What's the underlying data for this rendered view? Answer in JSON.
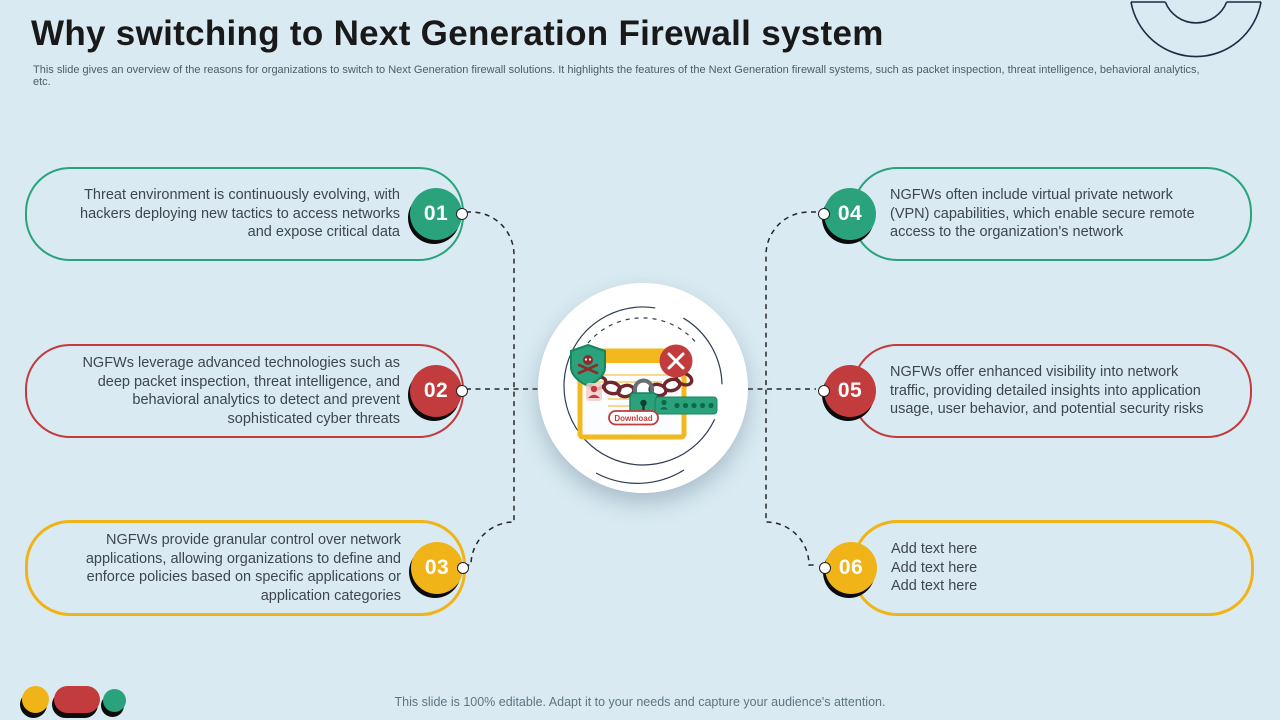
{
  "slide": {
    "title": "Why switching to Next Generation Firewall system",
    "subtitle": "This slide gives an overview of the reasons for organizations to switch to Next Generation firewall solutions. It highlights the features of the Next Generation firewall systems, such as packet inspection, threat intelligence, behavioral analytics, etc.",
    "footer": "This slide is 100% editable. Adapt it to your needs and capture your audience's attention."
  },
  "colors": {
    "background": "#d9eaf2",
    "green": "#2aa37c",
    "red": "#c23b3d",
    "yellow": "#f0b418",
    "ink": "#1e2b43",
    "body_text": "#3e464d"
  },
  "items": [
    {
      "number": "01",
      "color": "green",
      "text": "Threat environment is continuously evolving, with hackers deploying new tactics to access networks and expose critical data"
    },
    {
      "number": "02",
      "color": "red",
      "text": "NGFWs leverage advanced technologies such as deep packet inspection, threat intelligence, and behavioral analytics to detect and prevent sophisticated cyber threats"
    },
    {
      "number": "03",
      "color": "yellow",
      "text": "NGFWs provide granular control over network applications, allowing organizations to define and enforce policies based on specific applications or application categories"
    },
    {
      "number": "04",
      "color": "green",
      "text": "NGFWs often include virtual private network (VPN) capabilities, which enable secure remote access to the organization's network"
    },
    {
      "number": "05",
      "color": "red",
      "text": "NGFWs offer enhanced visibility into network traffic, providing detailed insights into application usage, user behavior, and potential security risks"
    },
    {
      "number": "06",
      "color": "yellow",
      "text": "Add text here\nAdd text here\nAdd text here"
    }
  ],
  "illustration": {
    "download_label": "Download"
  }
}
